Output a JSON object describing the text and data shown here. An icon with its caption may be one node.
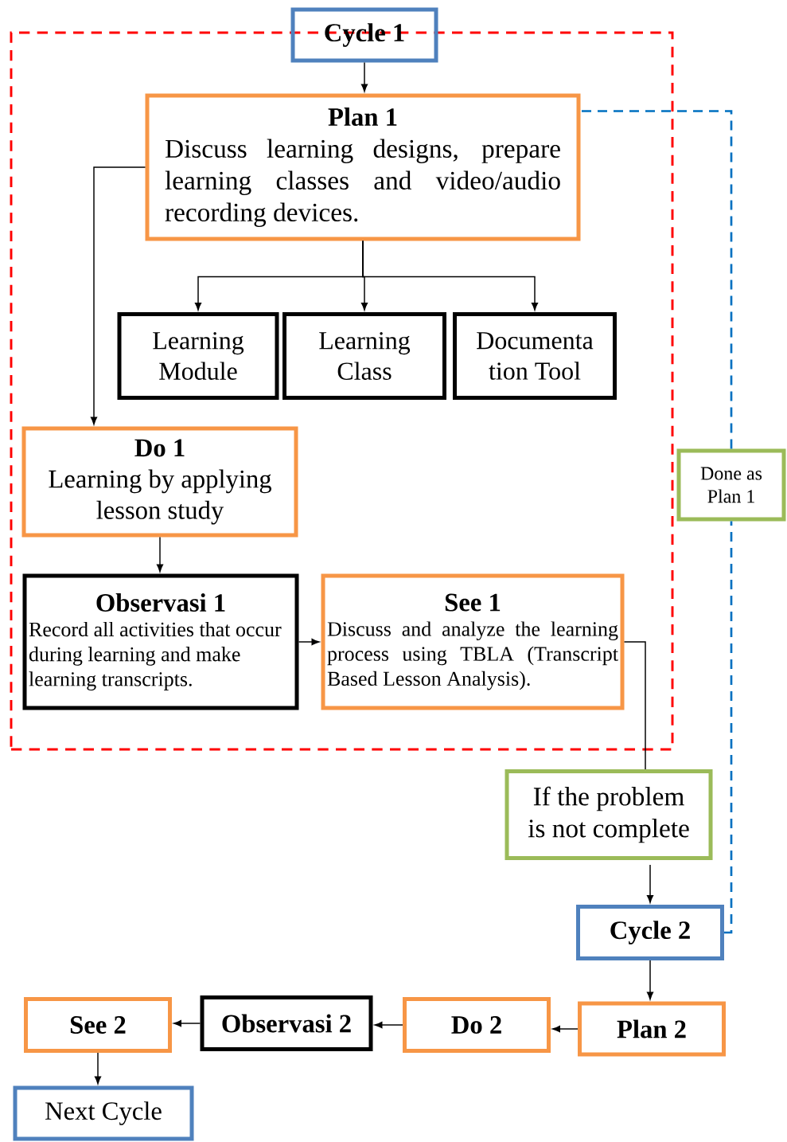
{
  "diagram": {
    "nodes": [
      {
        "text": [],
        "shape": "box"
      },
      {
        "text": [
          "Cycle 1"
        ]
      },
      {
        "text": [
          "Plan 1",
          "Discuss learning designs, prepare learning classes and video/audio recording devices."
        ],
        "in": 0
      },
      {
        "text": [
          "Learning Module"
        ],
        "in": 0
      },
      {
        "text": [
          "Learning Class"
        ],
        "in": 0
      },
      {
        "text": [
          "Documenta tion Tool"
        ],
        "in": 0
      },
      {
        "text": [
          "Do 1",
          "Learning by applying lesson study"
        ],
        "in": 0
      },
      {
        "text": [
          "Observasi 1",
          "Record all activities that occur during learning and make learning transcripts."
        ],
        "in": 0
      },
      {
        "text": [
          "See 1",
          "Discuss and analyze the learning process using TBLA (Transcript Based Lesson Analysis)."
        ],
        "in": 0
      },
      {
        "text": [
          "Done as Plan 1"
        ]
      },
      {
        "text": [
          "If the problem is not complete"
        ]
      },
      {
        "text": [
          "Cycle 2"
        ]
      },
      {
        "text": [
          "Plan 2"
        ]
      },
      {
        "text": [
          "Do 2"
        ]
      },
      {
        "text": [
          "Observasi 2"
        ]
      },
      {
        "text": [
          "See 2"
        ]
      },
      {
        "text": [
          "Next Cycle"
        ]
      }
    ],
    "edges": [
      {
        "from": 1,
        "to": 2,
        "arrow": "to"
      },
      {
        "from": 2,
        "to": 3,
        "arrow": "to"
      },
      {
        "from": 2,
        "to": 4,
        "arrow": "to"
      },
      {
        "from": 2,
        "to": 5,
        "arrow": "to"
      },
      {
        "from": 2,
        "to": 6,
        "arrow": "to"
      },
      {
        "from": 6,
        "to": 7,
        "arrow": "to"
      },
      {
        "from": 7,
        "to": 8,
        "arrow": "to"
      },
      {
        "from": 8,
        "to": 10,
        "arrow": "none"
      },
      {
        "from": 10,
        "to": 11,
        "arrow": "to"
      },
      {
        "from": 11,
        "to": 9,
        "arrow": "none",
        "style": "dashed",
        "color": "#0070c0"
      },
      {
        "from": 9,
        "to": 2,
        "arrow": "none",
        "style": "dashed",
        "color": "#0070c0"
      },
      {
        "from": 11,
        "to": 12,
        "arrow": "to"
      },
      {
        "from": 12,
        "to": 13,
        "arrow": "to"
      },
      {
        "from": 13,
        "to": 14,
        "arrow": "to"
      },
      {
        "from": 14,
        "to": 15,
        "arrow": "to"
      },
      {
        "from": 15,
        "to": 16,
        "arrow": "to"
      }
    ]
  }
}
